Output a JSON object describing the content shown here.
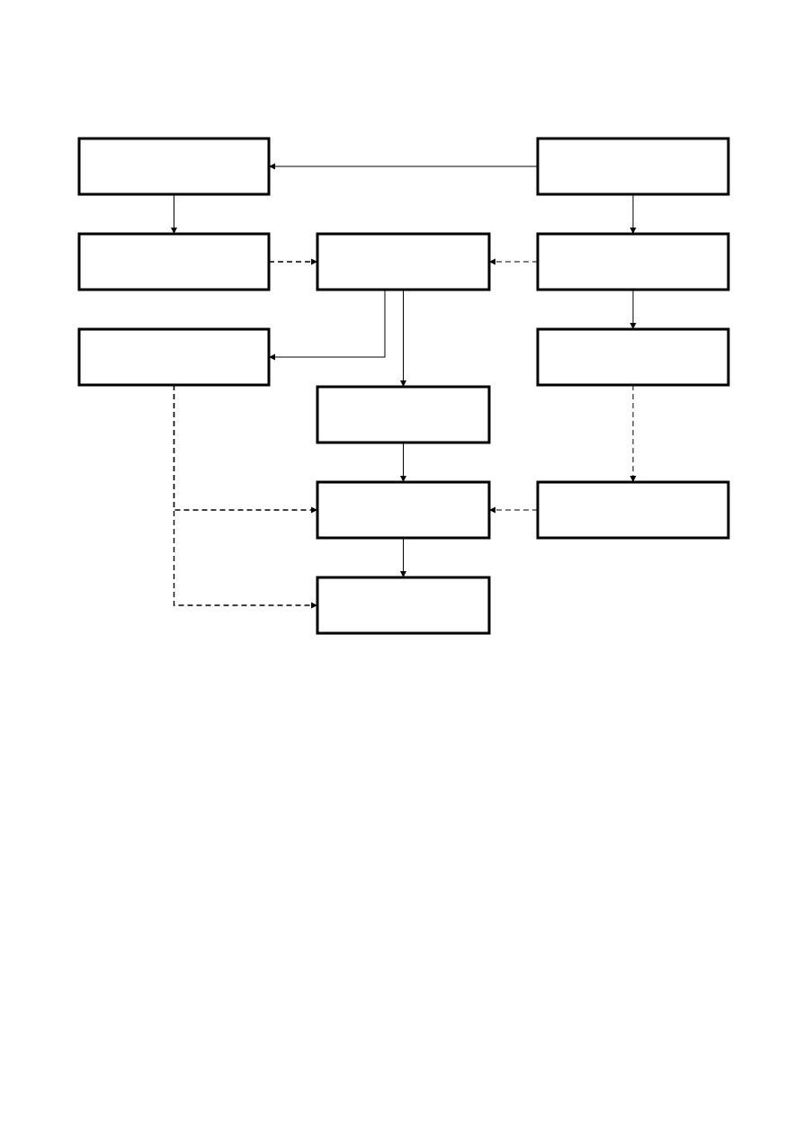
{
  "diagram": {
    "nodes": [
      {
        "id": "n1",
        "row": 0,
        "col": 0,
        "label": ""
      },
      {
        "id": "n2",
        "row": 0,
        "col": 2,
        "label": ""
      },
      {
        "id": "n3",
        "row": 1,
        "col": 0,
        "label": ""
      },
      {
        "id": "n4",
        "row": 1,
        "col": 1,
        "label": ""
      },
      {
        "id": "n5",
        "row": 1,
        "col": 2,
        "label": ""
      },
      {
        "id": "n6",
        "row": 2,
        "col": 0,
        "label": ""
      },
      {
        "id": "n7",
        "row": 2,
        "col": 2,
        "label": ""
      },
      {
        "id": "n8",
        "row": 3,
        "col": 1,
        "label": ""
      },
      {
        "id": "n9",
        "row": 4,
        "col": 1,
        "label": ""
      },
      {
        "id": "n10",
        "row": 4,
        "col": 2,
        "label": ""
      },
      {
        "id": "n11",
        "row": 5,
        "col": 1,
        "label": ""
      }
    ],
    "edges": [
      {
        "from": "n2",
        "to": "n1",
        "style": "solid"
      },
      {
        "from": "n1",
        "to": "n3",
        "style": "solid"
      },
      {
        "from": "n2",
        "to": "n5",
        "style": "solid"
      },
      {
        "from": "n3",
        "to": "n4",
        "style": "dashed"
      },
      {
        "from": "n5",
        "to": "n4",
        "style": "dashed"
      },
      {
        "from": "n5",
        "to": "n7",
        "style": "solid"
      },
      {
        "from": "n4",
        "to": "n6",
        "style": "solid"
      },
      {
        "from": "n4",
        "to": "n8",
        "style": "solid"
      },
      {
        "from": "n7",
        "to": "n10",
        "style": "dashed"
      },
      {
        "from": "n8",
        "to": "n9",
        "style": "solid"
      },
      {
        "from": "n6",
        "to": "n9",
        "style": "dashed"
      },
      {
        "from": "n10",
        "to": "n9",
        "style": "dashed"
      },
      {
        "from": "n9",
        "to": "n11",
        "style": "solid"
      },
      {
        "from": "n6",
        "to": "n11",
        "style": "dashed"
      }
    ]
  }
}
